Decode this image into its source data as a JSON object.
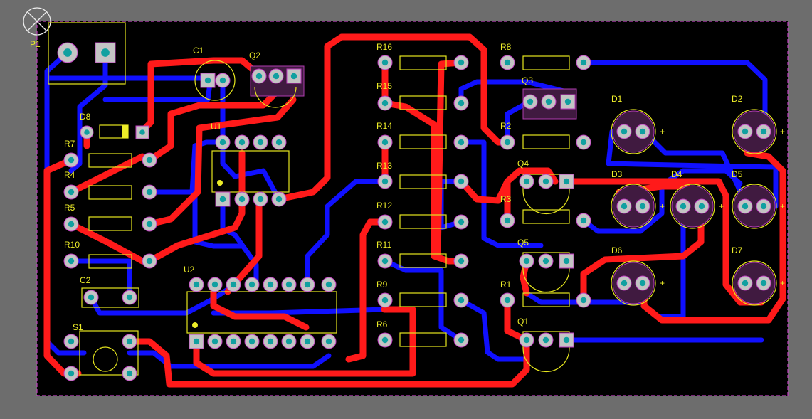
{
  "board": {
    "background": "#000000",
    "outline_color": "#c040c0",
    "top_layer_color": "#ff1a1a",
    "bottom_layer_color": "#1010ff",
    "silkscreen_color": "#ecec28"
  },
  "components": [
    {
      "ref": "P1",
      "kind": "connector"
    },
    {
      "ref": "C1",
      "kind": "capacitor"
    },
    {
      "ref": "Q2",
      "kind": "transistor"
    },
    {
      "ref": "D8",
      "kind": "diode"
    },
    {
      "ref": "U1",
      "kind": "ic"
    },
    {
      "ref": "R7",
      "kind": "resistor"
    },
    {
      "ref": "R4",
      "kind": "resistor"
    },
    {
      "ref": "R5",
      "kind": "resistor"
    },
    {
      "ref": "R10",
      "kind": "resistor"
    },
    {
      "ref": "C2",
      "kind": "capacitor"
    },
    {
      "ref": "S1",
      "kind": "switch"
    },
    {
      "ref": "U2",
      "kind": "ic"
    },
    {
      "ref": "R16",
      "kind": "resistor"
    },
    {
      "ref": "R15",
      "kind": "resistor"
    },
    {
      "ref": "R14",
      "kind": "resistor"
    },
    {
      "ref": "R13",
      "kind": "resistor"
    },
    {
      "ref": "R12",
      "kind": "resistor"
    },
    {
      "ref": "R11",
      "kind": "resistor"
    },
    {
      "ref": "R9",
      "kind": "resistor"
    },
    {
      "ref": "R6",
      "kind": "resistor"
    },
    {
      "ref": "R8",
      "kind": "resistor"
    },
    {
      "ref": "Q3",
      "kind": "transistor"
    },
    {
      "ref": "R2",
      "kind": "resistor"
    },
    {
      "ref": "Q4",
      "kind": "transistor"
    },
    {
      "ref": "R3",
      "kind": "resistor"
    },
    {
      "ref": "Q5",
      "kind": "transistor"
    },
    {
      "ref": "R1",
      "kind": "resistor"
    },
    {
      "ref": "Q1",
      "kind": "transistor"
    },
    {
      "ref": "D1",
      "kind": "led"
    },
    {
      "ref": "D2",
      "kind": "led"
    },
    {
      "ref": "D3",
      "kind": "led"
    },
    {
      "ref": "D4",
      "kind": "led"
    },
    {
      "ref": "D5",
      "kind": "led"
    },
    {
      "ref": "D6",
      "kind": "led"
    },
    {
      "ref": "D7",
      "kind": "led"
    }
  ]
}
